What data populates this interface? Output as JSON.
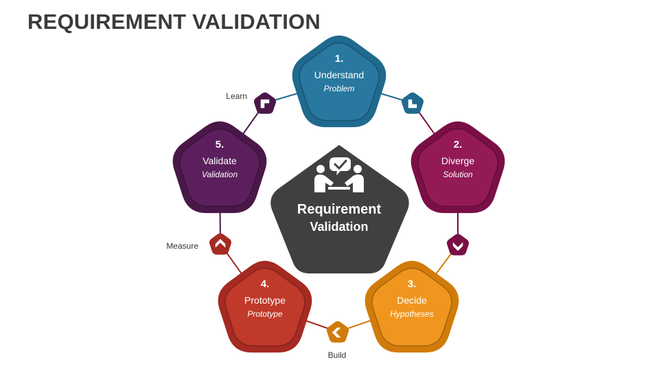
{
  "title": "REQUIREMENT VALIDATION",
  "center": {
    "line1": "Requirement",
    "line2": "Validation",
    "icon": "two-people-discussion-icon",
    "color": "#404040"
  },
  "steps": [
    {
      "number": "1.",
      "name": "Understand",
      "sub": "Problem",
      "color": "#1f6a8e",
      "inner": "#2878a0"
    },
    {
      "number": "2.",
      "name": "Diverge",
      "sub": "Solution",
      "color": "#7a0f45",
      "inner": "#931a55"
    },
    {
      "number": "3.",
      "name": "Decide",
      "sub": "Hypotheses",
      "color": "#d17b0a",
      "inner": "#f0961e"
    },
    {
      "number": "4.",
      "name": "Prototype",
      "sub": "Prototype",
      "color": "#a52a22",
      "inner": "#c0392b"
    },
    {
      "number": "5.",
      "name": "Validate",
      "sub": "Validation",
      "color": "#4a1848",
      "inner": "#5a1f5c"
    }
  ],
  "connectors": [
    {
      "label": "",
      "icon": "arrow-down-right-icon",
      "color": "#1f6a8e"
    },
    {
      "label": "",
      "icon": "chevron-down-icon",
      "color": "#7a0f45"
    },
    {
      "label": "Build",
      "icon": "chevron-left-icon",
      "color": "#d17b0a"
    },
    {
      "label": "Measure",
      "icon": "chevron-up-icon",
      "color": "#a52a22"
    },
    {
      "label": "Learn",
      "icon": "arrow-up-right-icon",
      "color": "#4a1848"
    }
  ]
}
